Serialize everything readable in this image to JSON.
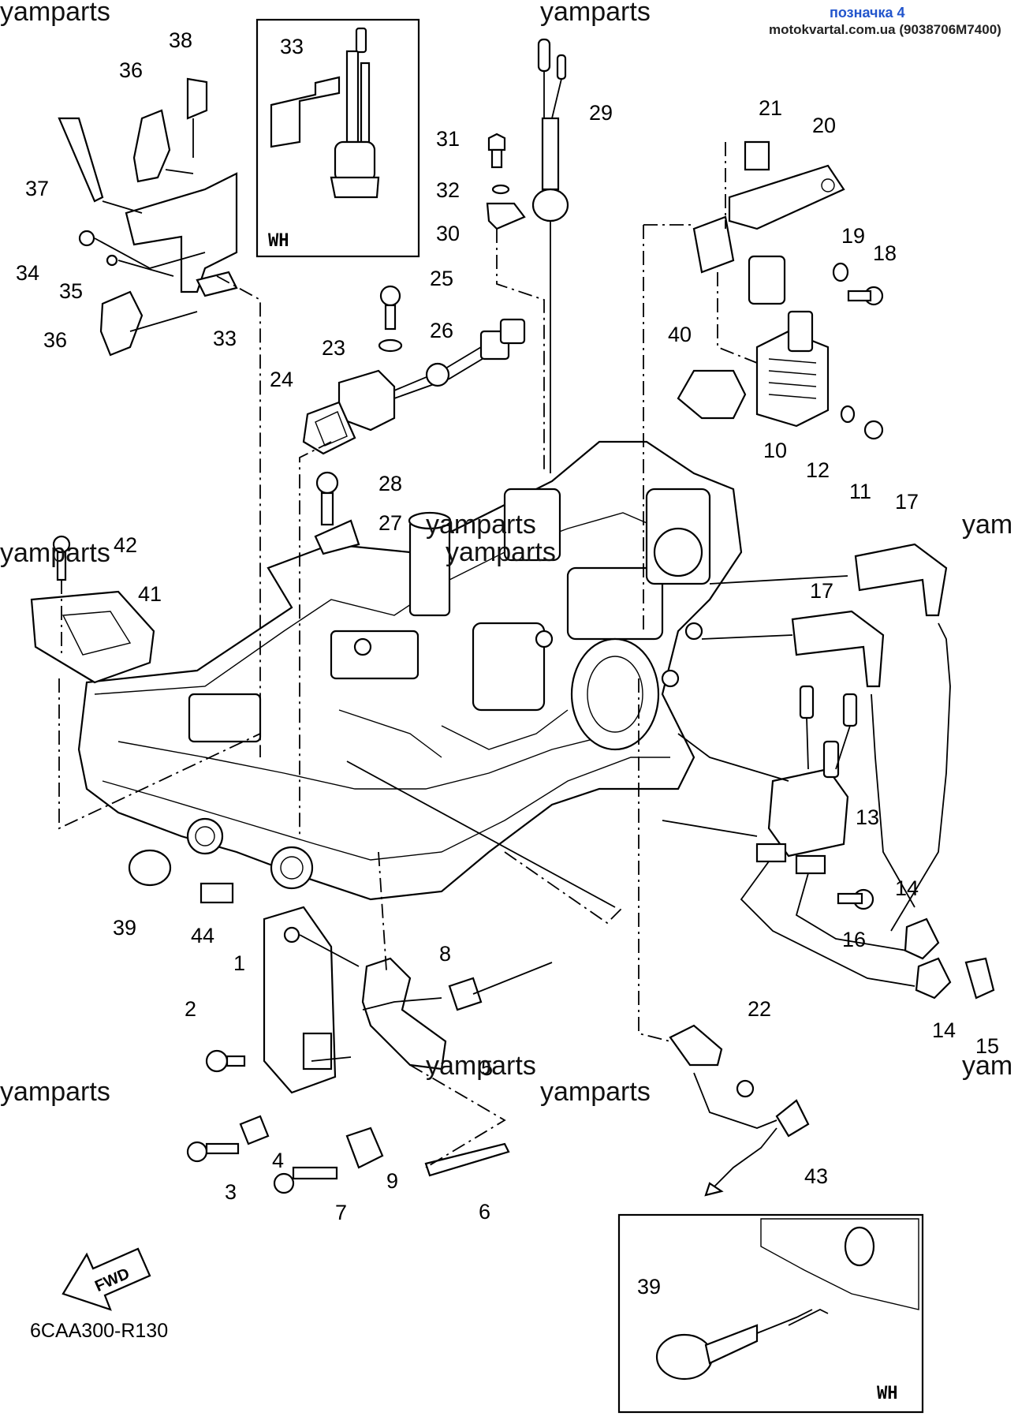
{
  "header": {
    "label_link": "позначка 4",
    "site_ref": "motokvartal.com.ua (9038706M7400)"
  },
  "watermarks": [
    "yamparts",
    "yamparts",
    "yamparts",
    "yamparts",
    "yamparts",
    "yamparts",
    "yamparts",
    "yam",
    "yam",
    "yamparts"
  ],
  "diagram_code": "6CAA300-R130",
  "fwd_label": "FWD",
  "inset_top": {
    "label": "WH",
    "callout": "33"
  },
  "inset_bottom": {
    "label": "WH",
    "callout": "39"
  },
  "callouts": [
    "38",
    "36",
    "37",
    "34",
    "35",
    "36",
    "33",
    "31",
    "32",
    "30",
    "29",
    "25",
    "26",
    "23",
    "24",
    "28",
    "27",
    "21",
    "20",
    "19",
    "18",
    "40",
    "10",
    "12",
    "11",
    "17",
    "17",
    "42",
    "41",
    "13",
    "16",
    "14",
    "14",
    "15",
    "39",
    "44",
    "1",
    "2",
    "3",
    "4",
    "7",
    "8",
    "9",
    "5",
    "6",
    "22",
    "43"
  ]
}
